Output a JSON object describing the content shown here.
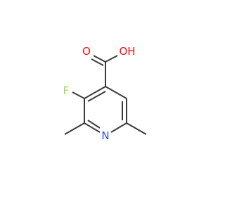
{
  "molecule": {
    "atoms": {
      "oxygen_carbonyl": {
        "symbol": "O",
        "color": "#ff0d0d"
      },
      "oxygen_hydroxyl": {
        "symbol": "OH",
        "color": "#ff0d0d"
      },
      "fluorine": {
        "symbol": "F",
        "color": "#90e050"
      },
      "nitrogen": {
        "symbol": "N",
        "color": "#3050f8"
      }
    },
    "bond_color": "#3a3a3a"
  }
}
